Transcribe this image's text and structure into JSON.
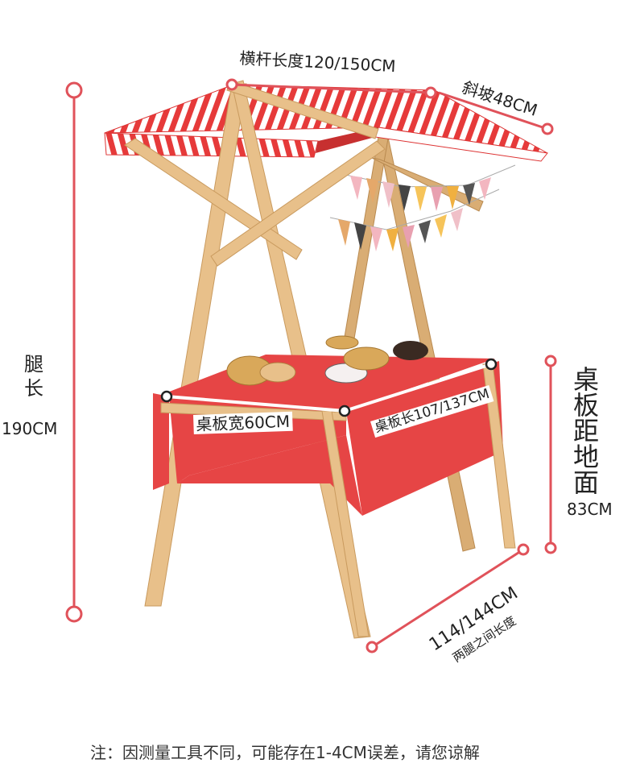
{
  "dims": {
    "crossbar": "横杆长度120/150CM",
    "slope": "斜坡48CM",
    "leg_line1": "腿",
    "leg_line2": "长",
    "leg_value": "190CM",
    "table_height_label": "桌\n板\n距\n地\n面",
    "table_height_value": "83CM",
    "table_width": "桌板宽60CM",
    "table_length": "桌板长107/137CM",
    "legs_span_value": "114/144CM",
    "legs_span_label": "两腿之间长度"
  },
  "footnote": "注：因测量工具不同，可能存在1-4CM误差，请您谅解",
  "colors": {
    "accent": "#e0525a",
    "awning_red": "#e63a3a",
    "table_red": "#e64545",
    "wood": "#e8c08a"
  }
}
